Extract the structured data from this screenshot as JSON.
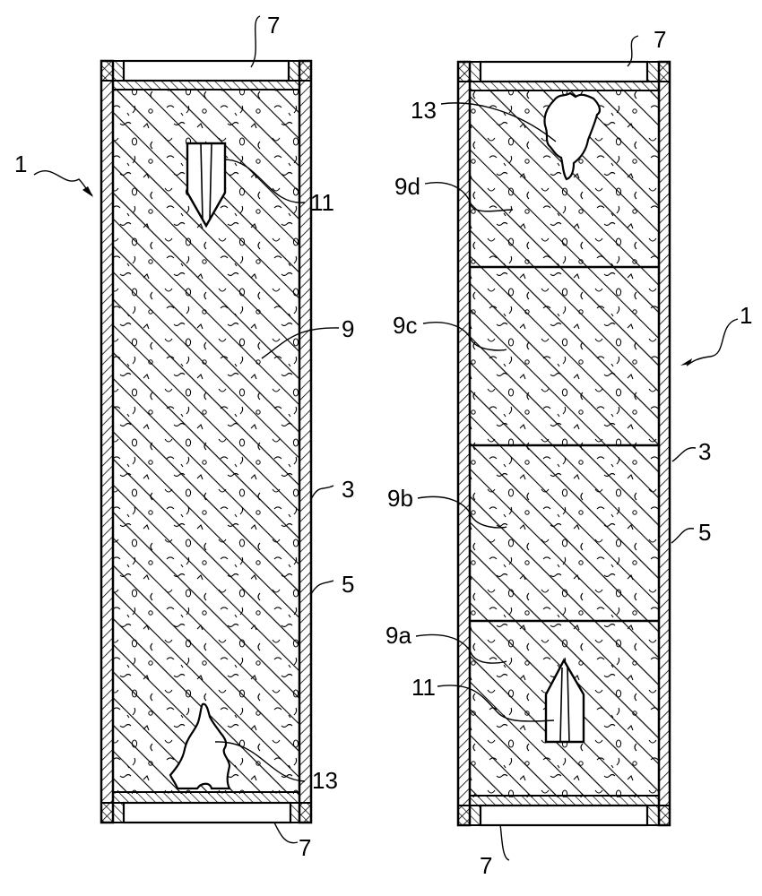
{
  "figure": {
    "description": "Patent line drawing: two cross-sectional views of a filled cylindrical column with porous hatched packing",
    "ink_color": "#000000",
    "paper_color": "#ffffff"
  },
  "left_view": {
    "labels": {
      "device": "1",
      "top_cap": "7",
      "bottom_cap": "7",
      "probe": "11",
      "packing": "9",
      "outer_wall": "3",
      "inner_wall": "5",
      "cavity": "13"
    }
  },
  "right_view": {
    "labels": {
      "device": "1",
      "top_cap": "7",
      "bottom_cap": "7",
      "cavity": "13",
      "section_d": "9d",
      "section_c": "9c",
      "section_b": "9b",
      "section_a": "9a",
      "probe": "11",
      "outer_wall": "3",
      "inner_wall": "5"
    },
    "section_count": 4
  }
}
